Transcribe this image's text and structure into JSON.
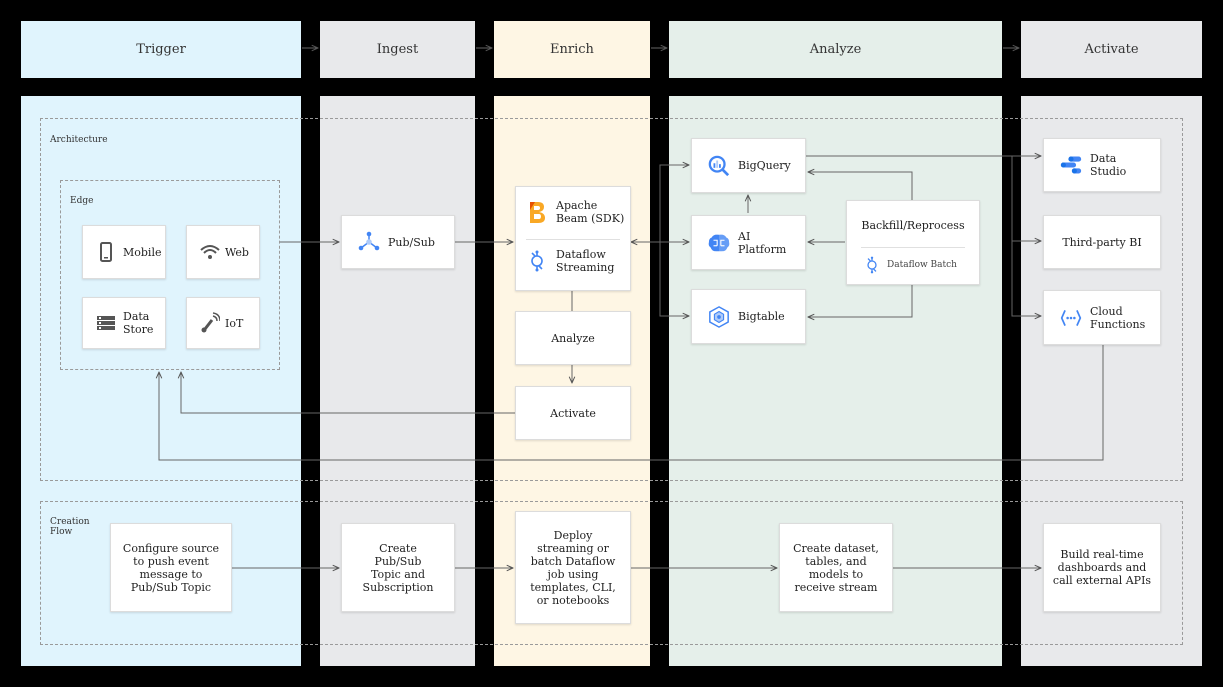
{
  "stages": {
    "trigger": "Trigger",
    "ingest": "Ingest",
    "enrich": "Enrich",
    "analyze": "Analyze",
    "activate": "Activate"
  },
  "groups": {
    "architecture": "Architecture",
    "edge": "Edge",
    "creation_flow": "Creation\nFlow"
  },
  "edge_sources": {
    "mobile": "Mobile",
    "web": "Web",
    "data_store": "Data\nStore",
    "iot": "IoT"
  },
  "ingest": {
    "pubsub": "Pub/Sub"
  },
  "enrich": {
    "apache_beam": "Apache\nBeam (SDK)",
    "dataflow_streaming": "Dataflow\nStreaming",
    "analyze": "Analyze",
    "activate": "Activate"
  },
  "analyze": {
    "bigquery": "BigQuery",
    "ai_platform": "AI\nPlatform",
    "bigtable": "Bigtable",
    "backfill": "Backfill/Reprocess",
    "dataflow_batch": "Dataflow Batch"
  },
  "activate": {
    "data_studio": "Data\nStudio",
    "third_party_bi": "Third-party BI",
    "cloud_functions": "Cloud\nFunctions"
  },
  "creation_flow": {
    "trigger": "Configure source\nto push event\nmessage to\nPub/Sub Topic",
    "ingest": "Create\nPub/Sub\nTopic and\nSubscription",
    "enrich": "Deploy\nstreaming or\nbatch Dataflow\njob using\ntemplates, CLI,\nor notebooks",
    "analyze": "Create dataset,\ntables, and\nmodels to\nreceive stream",
    "activate": "Build real-time\ndashboards and\ncall external APIs"
  },
  "colors": {
    "trigger_lane": "#e0f4fd",
    "ingest_lane": "#e8e9eb",
    "enrich_lane": "#fef6e4",
    "analyze_lane": "#e5efea",
    "activate_lane": "#e8e9eb",
    "google_blue": "#4285f4",
    "beam_orange": "#f9a825"
  }
}
